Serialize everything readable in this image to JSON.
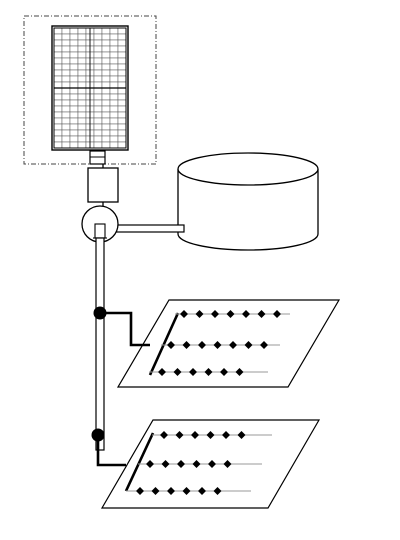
{
  "diagram": {
    "kind": "solar-powered drip irrigation schematic",
    "components": [
      {
        "id": "solar-panel",
        "icon": "solar-panel-icon"
      },
      {
        "id": "controller",
        "icon": "controller-box-icon"
      },
      {
        "id": "pump",
        "icon": "pump-icon"
      },
      {
        "id": "water-tank",
        "icon": "cylindrical-tank-icon"
      },
      {
        "id": "main-pipe",
        "icon": "vertical-pipe-icon"
      },
      {
        "id": "field-1",
        "icon": "drip-field-icon",
        "laterals": 3,
        "emitters_per_lateral": [
          7,
          7,
          6
        ]
      },
      {
        "id": "field-2",
        "icon": "drip-field-icon",
        "laterals": 3,
        "emitters_per_lateral": [
          6,
          6,
          6
        ]
      }
    ],
    "junctions": 2,
    "colors": {
      "line": "#000000",
      "lateral": "#9a9a9a",
      "background": "#ffffff"
    }
  }
}
